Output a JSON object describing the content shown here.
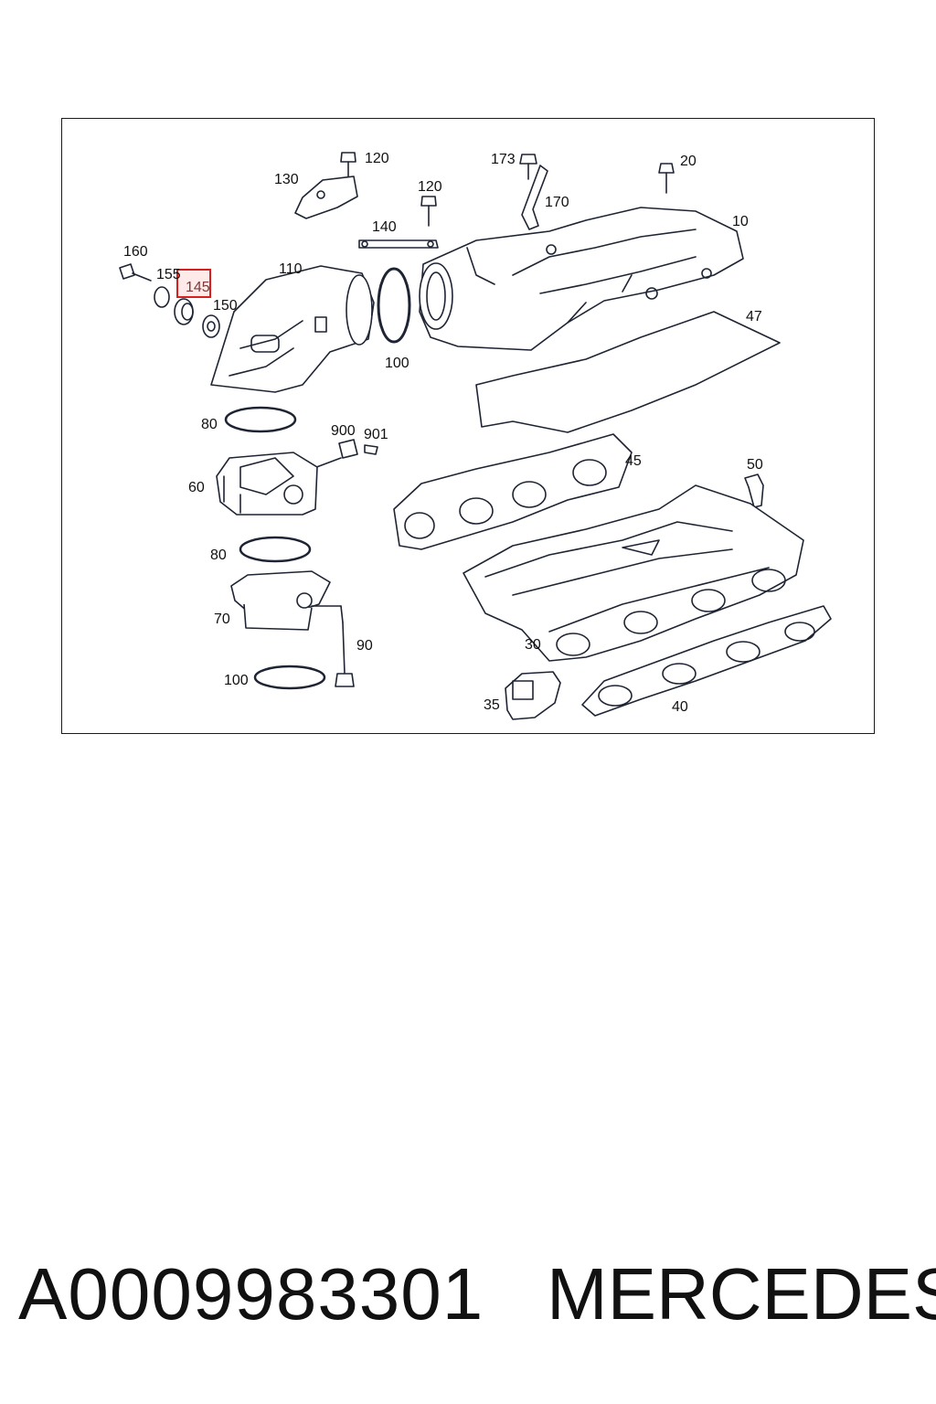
{
  "highlight": {
    "label": "145",
    "color": "#d62020"
  },
  "labels": {
    "p10": "10",
    "p20": "20",
    "p30": "30",
    "p35": "35",
    "p40": "40",
    "p45": "45",
    "p47": "47",
    "p50": "50",
    "p60": "60",
    "p70": "70",
    "p80a": "80",
    "p80b": "80",
    "p90": "90",
    "p100a": "100",
    "p100b": "100",
    "p110": "110",
    "p120a": "120",
    "p120b": "120",
    "p130": "130",
    "p140": "140",
    "p145": "145",
    "p150": "150",
    "p155": "155",
    "p160": "160",
    "p170": "170",
    "p173": "173",
    "p900": "900",
    "p901": "901"
  },
  "footer": {
    "part_number": "A0009983301",
    "brand": "MERCEDES"
  }
}
